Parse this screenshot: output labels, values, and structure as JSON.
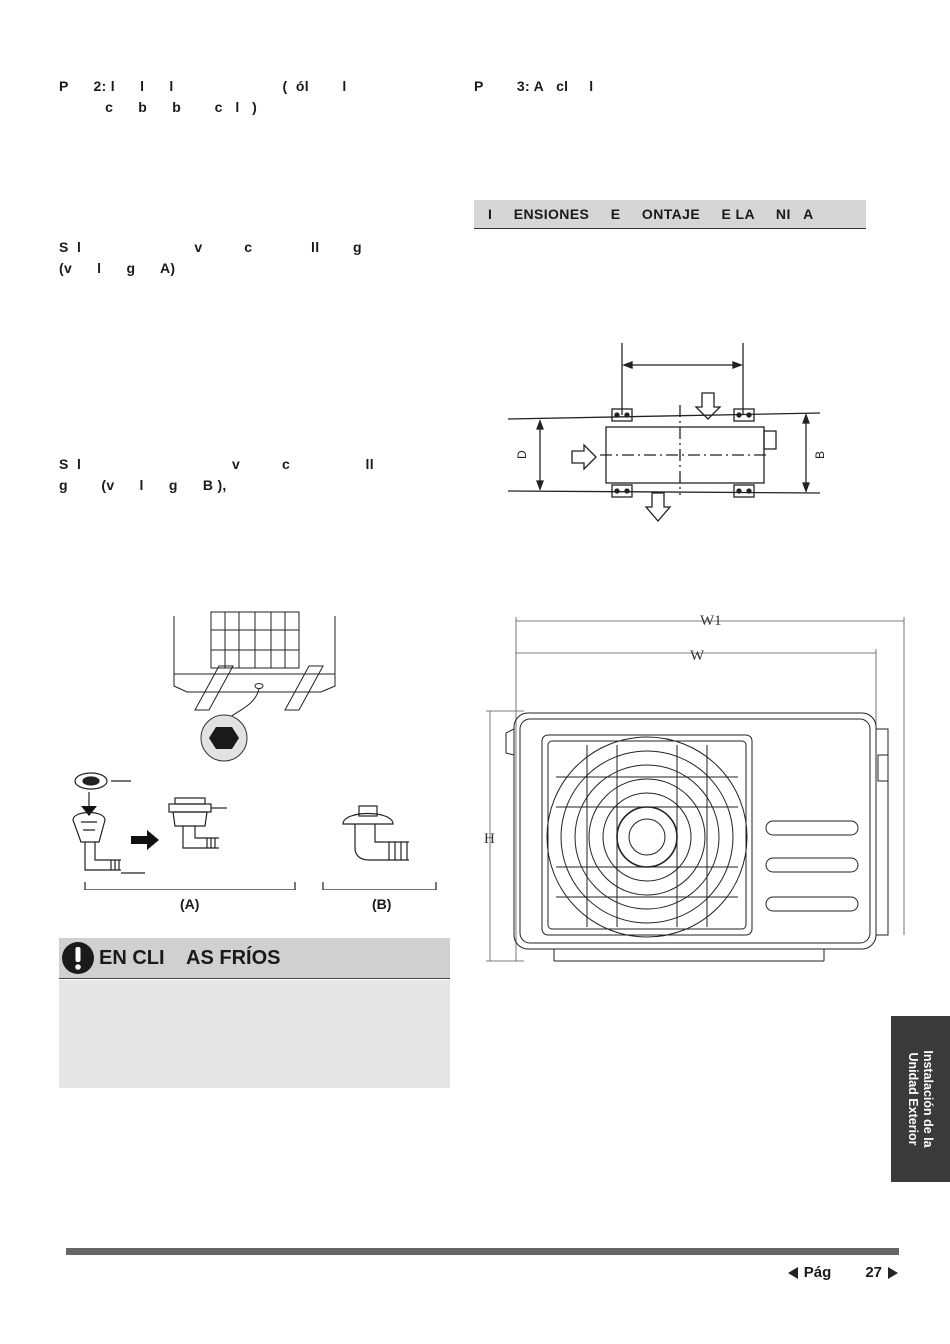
{
  "left_column": {
    "para1_line1": "P      2: l      l      l                          (  ól        l",
    "para1_line2": "           c      b      b        c   l   )",
    "para2_line1": "S  l                           v          c              ll        g",
    "para2_line2": "(v      l      g      A)",
    "para3_line1": "S  l                                    v          c                  ll",
    "para3_line2": "g        (v      l      g      B ),"
  },
  "right_column": {
    "para1_line1": "P        3: A   cl     l"
  },
  "section_header": "I     ENSIONES     E     ONTAJE     E LA     NI   A",
  "figures": {
    "label_a": "(A)",
    "label_b": "(B)",
    "dim_d": "D",
    "dim_b": "B",
    "dim_w1": "W1",
    "dim_w": "W",
    "dim_h": "H"
  },
  "warning": {
    "icon": "exclamation-icon",
    "title": "EN CLI    AS FRÍOS"
  },
  "side_tab": {
    "line1": "Instalación de la",
    "line2": "Unidad Exterior"
  },
  "footer": {
    "page_label": "Pág",
    "page_number": "27"
  }
}
